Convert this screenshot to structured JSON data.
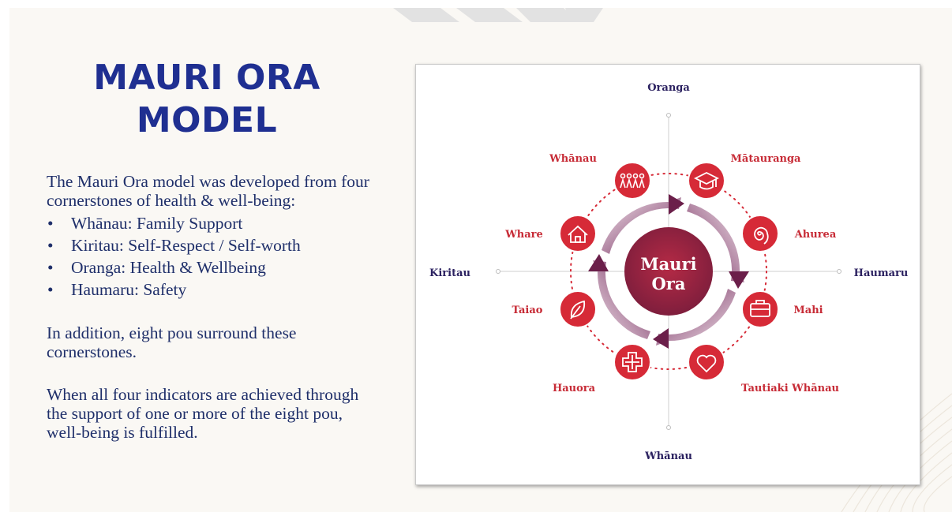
{
  "title_line1": "MAURI ORA",
  "title_line2": "MODEL",
  "intro": "The Mauri Ora model was developed from four cornerstones of health & well-being:",
  "cornerstones": [
    "Whānau: Family Support",
    "Kiritau: Self-Respect / Self-worth",
    "Oranga: Health & Wellbeing",
    "Haumaru: Safety"
  ],
  "bullet_char": "•",
  "paragraph2": "In addition, eight pou surround these cornerstones.",
  "paragraph3": "When all four indicators are achieved through the support of one or more of the eight pou, well-being is fulfilled.",
  "diagram": {
    "center_line1": "Mauri",
    "center_line2": "Ora",
    "axis_top": "Oranga",
    "axis_left": "Kiritau",
    "axis_right": "Haumaru",
    "axis_bottom": "Whānau",
    "pou": [
      {
        "label": "Whānau",
        "icon": "family-icon"
      },
      {
        "label": "Mātauranga",
        "icon": "graduation-cap-icon"
      },
      {
        "label": "Ahurea",
        "icon": "spiral-icon"
      },
      {
        "label": "Mahi",
        "icon": "briefcase-icon"
      },
      {
        "label": "Tautiaki Whānau",
        "icon": "heart-icon"
      },
      {
        "label": "Hauora",
        "icon": "medical-cross-icon"
      },
      {
        "label": "Taiao",
        "icon": "leaf-icon"
      },
      {
        "label": "Whare",
        "icon": "house-icon"
      }
    ],
    "colors": {
      "red": "#d62a37",
      "navy": "#2b2160",
      "plum": "#6b1f4a",
      "label_red": "#c72b36"
    }
  }
}
